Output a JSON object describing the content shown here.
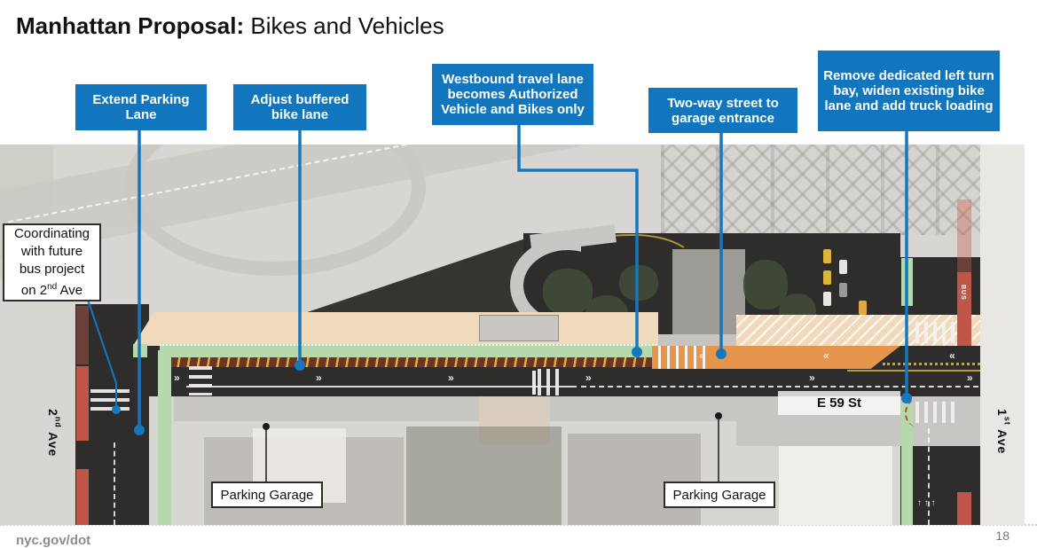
{
  "title": {
    "bold": "Manhattan Proposal:",
    "regular": " Bikes and Vehicles"
  },
  "callouts": {
    "extend_parking": "Extend Parking Lane",
    "adjust_bike": "Adjust buffered bike lane",
    "westbound": "Westbound travel lane becomes Authorized Vehicle and Bikes only",
    "two_way": "Two-way street to garage entrance",
    "remove_left_turn": "Remove dedicated left turn bay, widen existing bike lane and add truck loading"
  },
  "side_note": {
    "line1": "Coordinating",
    "line2": "with future",
    "line3": "bus project",
    "line4_pre": "on 2",
    "line4_sup": "nd",
    "line4_post": " Ave"
  },
  "map_labels": {
    "street": "E 59 St",
    "parking_garage_1": "Parking Garage",
    "parking_garage_2": "Parking Garage",
    "ave_2_num": "2",
    "ave_2_sup": "nd",
    "ave_2_word": " Ave",
    "ave_1_num": "1",
    "ave_1_sup": "st",
    "ave_1_word": " Ave",
    "bus_lane": "BUS"
  },
  "road_markings": {
    "eb_arrow": "»",
    "bike_chevron": "«",
    "up_arrows": "↑ ↑ ↑"
  },
  "footer": {
    "site": "nyc.gov/dot",
    "page": "18"
  },
  "colors": {
    "callout_blue": "#1176BE",
    "leader_blue": "#1577BE",
    "dark_road": "#2E2D2B",
    "orange_lane": "#E6954D",
    "bike_green": "#B5D9AD",
    "buffer_red": "#6E3423",
    "bus_lane_red": "#C0564A",
    "sidewalk_tan": "#F1D9BC",
    "sidewalk_gray": "#C8C6C2"
  }
}
